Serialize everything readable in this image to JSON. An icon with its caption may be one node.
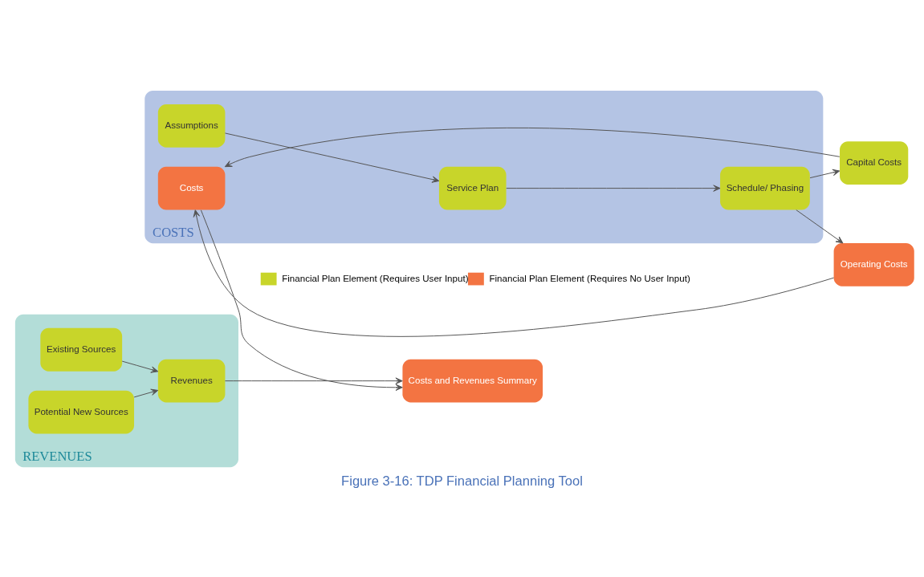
{
  "diagram": {
    "caption": "Figure 3-16: TDP Financial Planning Tool",
    "nodes": [
      {
        "text": [
          "COSTS"
        ]
      },
      {
        "text": [
          "Assumptions"
        ],
        "in": 0
      },
      {
        "text": [
          "Service Plan"
        ],
        "in": 0
      },
      {
        "text": [
          "Schedule/ Phasing"
        ],
        "in": 0
      },
      {
        "text": [
          "Operating Costs"
        ]
      },
      {
        "text": [
          "Costs"
        ],
        "in": 0
      },
      {
        "text": [
          "Capital Costs"
        ]
      },
      {
        "text": [
          "Costs and Revenues Summary"
        ]
      },
      {
        "text": [
          "REVENUES"
        ]
      },
      {
        "text": [
          "Existing Sources"
        ],
        "in": 8
      },
      {
        "text": [
          "Potential New Sources"
        ],
        "in": 8
      },
      {
        "text": [
          "Revenues"
        ],
        "in": 8
      }
    ],
    "edges": [
      {
        "from": 1,
        "to": 2,
        "arrow": "to"
      },
      {
        "from": 2,
        "to": 3,
        "arrow": "to"
      },
      {
        "from": 3,
        "to": 4,
        "arrow": "to"
      },
      {
        "from": 3,
        "to": 6,
        "arrow": "to"
      },
      {
        "from": 4,
        "to": 5,
        "arrow": "to"
      },
      {
        "from": 6,
        "to": 5,
        "arrow": "to"
      },
      {
        "from": 5,
        "to": 7,
        "arrow": "to"
      },
      {
        "from": 9,
        "to": 11,
        "arrow": "to"
      },
      {
        "from": 10,
        "to": 11,
        "arrow": "to"
      },
      {
        "from": 11,
        "to": 7,
        "arrow": "to"
      }
    ],
    "legend": [
      {
        "text": "Financial Plan Element (Requires User Input)",
        "color": "#c8d52a"
      },
      {
        "text": "Financial Plan Element (Requires No User Input)",
        "color": "#f37442"
      }
    ]
  }
}
